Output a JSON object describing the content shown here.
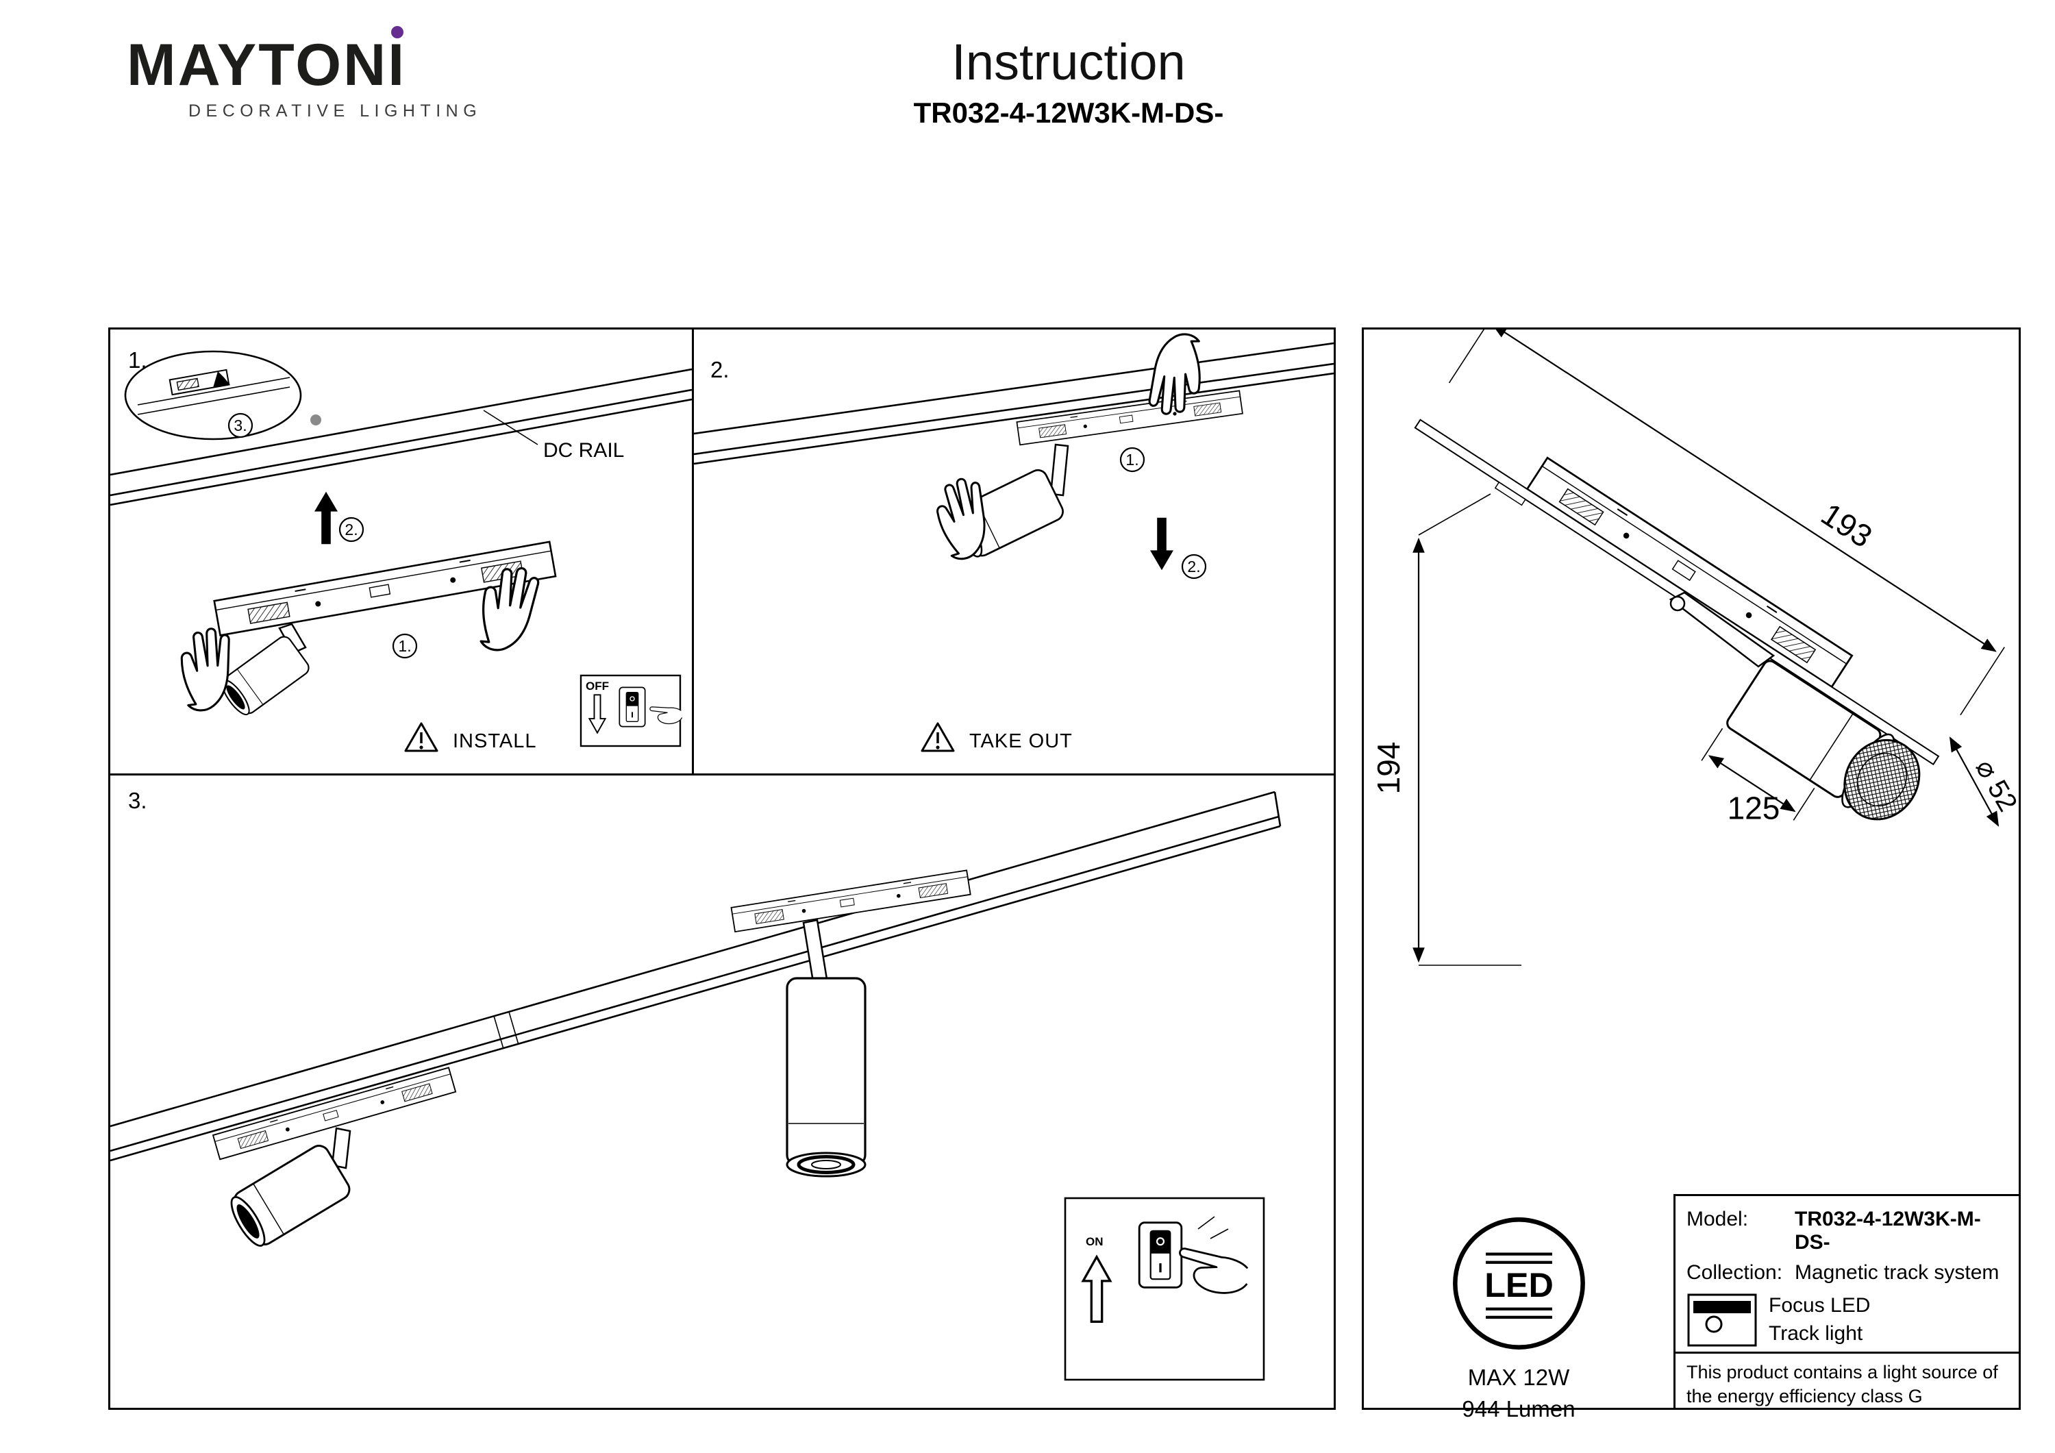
{
  "colors": {
    "accent_purple": "#662d91",
    "ink": "#000000",
    "gray_dot": "#8a8a8a"
  },
  "header": {
    "logo_part1": "MAYTON",
    "logo_part2": "I",
    "logo_sub": "DECORATIVE LIGHTING",
    "title": "Instruction",
    "model": "TR032-4-12W3K-M-DS-"
  },
  "steps": {
    "one": {
      "label": "1.",
      "dc_rail": "DC RAIL",
      "warning": "INSTALL",
      "badge1": "1.",
      "badge2": "2.",
      "badge3": "3."
    },
    "two": {
      "label": "2.",
      "warning": "TAKE OUT",
      "badge1": "1.",
      "badge2": "2."
    },
    "three": {
      "label": "3."
    },
    "switch_off": "OFF",
    "switch_on": "ON"
  },
  "dims": {
    "length": "193",
    "height": "194",
    "body": "125",
    "diameter": "⌀ 52"
  },
  "specs": {
    "led": "LED",
    "max_power": "MAX 12W",
    "lumen": "944 Lumen",
    "model_label": "Model:",
    "model_value": "TR032-4-12W3K-M-DS-",
    "collection_label": "Collection:",
    "collection_value": "Magnetic track system",
    "product_line1": "Focus LED",
    "product_line2": "Track light",
    "energy_note": "This product contains a light source of the energy efficiency class G"
  }
}
